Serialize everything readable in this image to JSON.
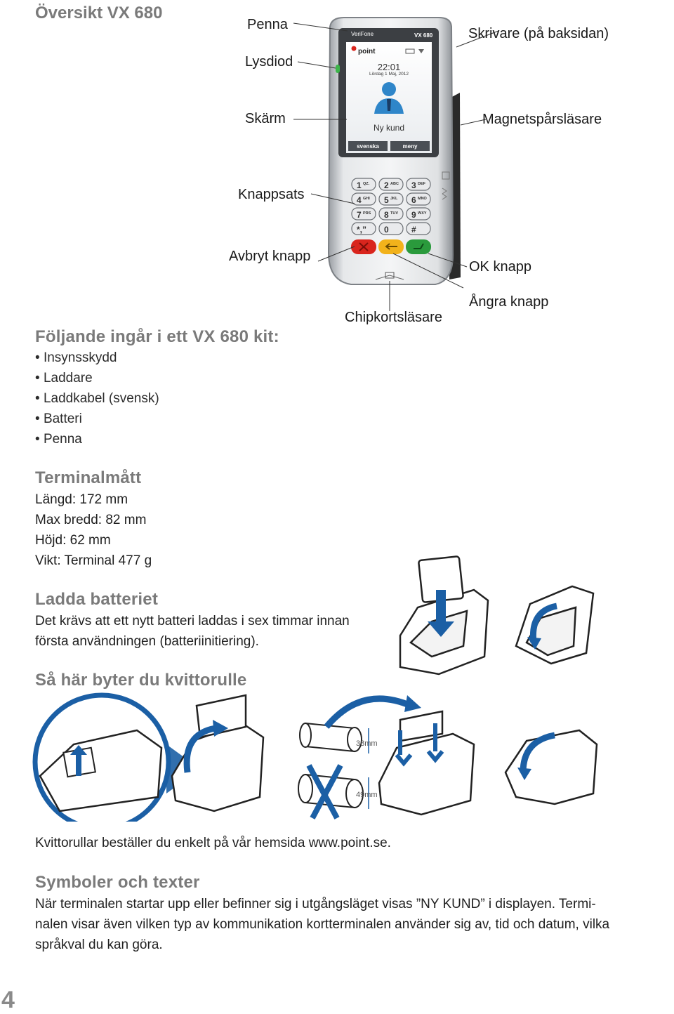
{
  "title": "Översikt VX 680",
  "callouts": {
    "penna": "Penna",
    "lysdiod": "Lysdiod",
    "skarm": "Skärm",
    "knappsats": "Knappsats",
    "avbryt": "Avbryt knapp",
    "skrivare": "Skrivare (på baksidan)",
    "magnet": "Magnetspårsläsare",
    "ok": "OK knapp",
    "angra": "Ångra knapp",
    "chip": "Chipkortsläsare"
  },
  "device": {
    "brand": "VeriFone",
    "model": "VX 680",
    "app_logo": "point",
    "time": "22:01",
    "date": "Lördag 1 Maj, 2012",
    "status": "Ny kund",
    "soft_left": "svenska",
    "soft_right": "meny",
    "keys": [
      {
        "digit": "1",
        "letters": "QZ."
      },
      {
        "digit": "2",
        "letters": "ABC"
      },
      {
        "digit": "3",
        "letters": "DEF"
      },
      {
        "digit": "4",
        "letters": "GHI"
      },
      {
        "digit": "5",
        "letters": "JKL"
      },
      {
        "digit": "6",
        "letters": "MNO"
      },
      {
        "digit": "7",
        "letters": "PRS"
      },
      {
        "digit": "8",
        "letters": "TUV"
      },
      {
        "digit": "9",
        "letters": "WXY"
      },
      {
        "digit": "*,”",
        "letters": ""
      },
      {
        "digit": "0",
        "letters": ""
      },
      {
        "digit": "#",
        "letters": ""
      }
    ]
  },
  "kit": {
    "heading": "Följande ingår i ett VX 680 kit:",
    "items": [
      "Insynsskydd",
      "Laddare",
      "Laddkabel (svensk)",
      "Batteri",
      "Penna"
    ]
  },
  "dims": {
    "heading": "Terminalmått",
    "lines": [
      "Längd: 172 mm",
      "Max bredd: 82 mm",
      "Höjd: 62 mm",
      "Vikt: Terminal 477 g"
    ]
  },
  "battery": {
    "heading": "Ladda batteriet",
    "line1": "Det krävs att ett nytt batteri laddas i sex timmar innan",
    "line2": "första användningen (batteriinitiering)."
  },
  "roll": {
    "heading": "Så här byter du kvittorulle",
    "dim_ok": "38mm",
    "dim_bad": "49mm",
    "order": "Kvittorullar beställer du enkelt på vår hemsida www.point.se."
  },
  "symbols": {
    "heading": "Symboler och texter",
    "line1": "När terminalen startar upp eller befinner sig i utgångsläget visas ”NY KUND” i displayen. Termi-",
    "line2": "nalen visar även vilken typ av kommunikation kortterminalen använder sig av, tid och datum, vilka",
    "line3": "språkval du kan göra."
  },
  "page_number": "4",
  "colors": {
    "heading": "#7a7a7a",
    "arrow": "#1b5fa5",
    "cancel": "#d9251d",
    "clear": "#f2b21b",
    "ok": "#2a9a3c"
  }
}
